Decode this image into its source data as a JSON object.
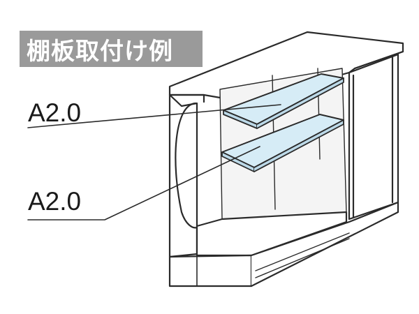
{
  "title": "棚板取付け例",
  "callouts": [
    {
      "label": "A2.0"
    },
    {
      "label": "A2.0"
    }
  ],
  "colors": {
    "title_bg": "#9a9a9a",
    "title_text": "#ffffff",
    "shelf_fill": "#d6ecf6",
    "line": "#2a2a2a",
    "cabinet_fill": "#ffffff",
    "inner_shade": "#f2f2f2"
  }
}
